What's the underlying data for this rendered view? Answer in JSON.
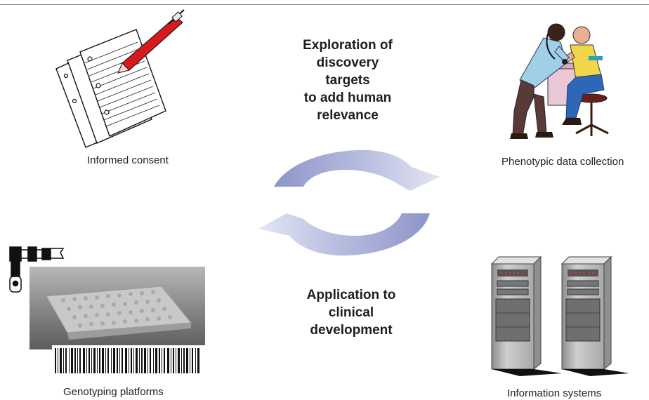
{
  "top_phase": {
    "lines": [
      "Exploration of",
      "discovery",
      "targets",
      "to add human",
      "relevance"
    ]
  },
  "bottom_phase": {
    "lines": [
      "Application to",
      "clinical",
      "development"
    ]
  },
  "nodes": {
    "informed_consent": "Informed consent",
    "phenotypic": "Phenotypic data collection",
    "genotyping": "Genotyping platforms",
    "information": "Information systems"
  },
  "icons": {
    "informed_consent": "paper-and-pen-icon",
    "phenotypic": "doctor-patient-icon",
    "genotyping": "microplate-robot-icon",
    "information": "server-tower-icon"
  },
  "colors": {
    "arrow_dark": "#8e96c9",
    "arrow_light": "#dfe2f3",
    "pen_red": "#d8191e",
    "rule": "#8a8a8a"
  }
}
